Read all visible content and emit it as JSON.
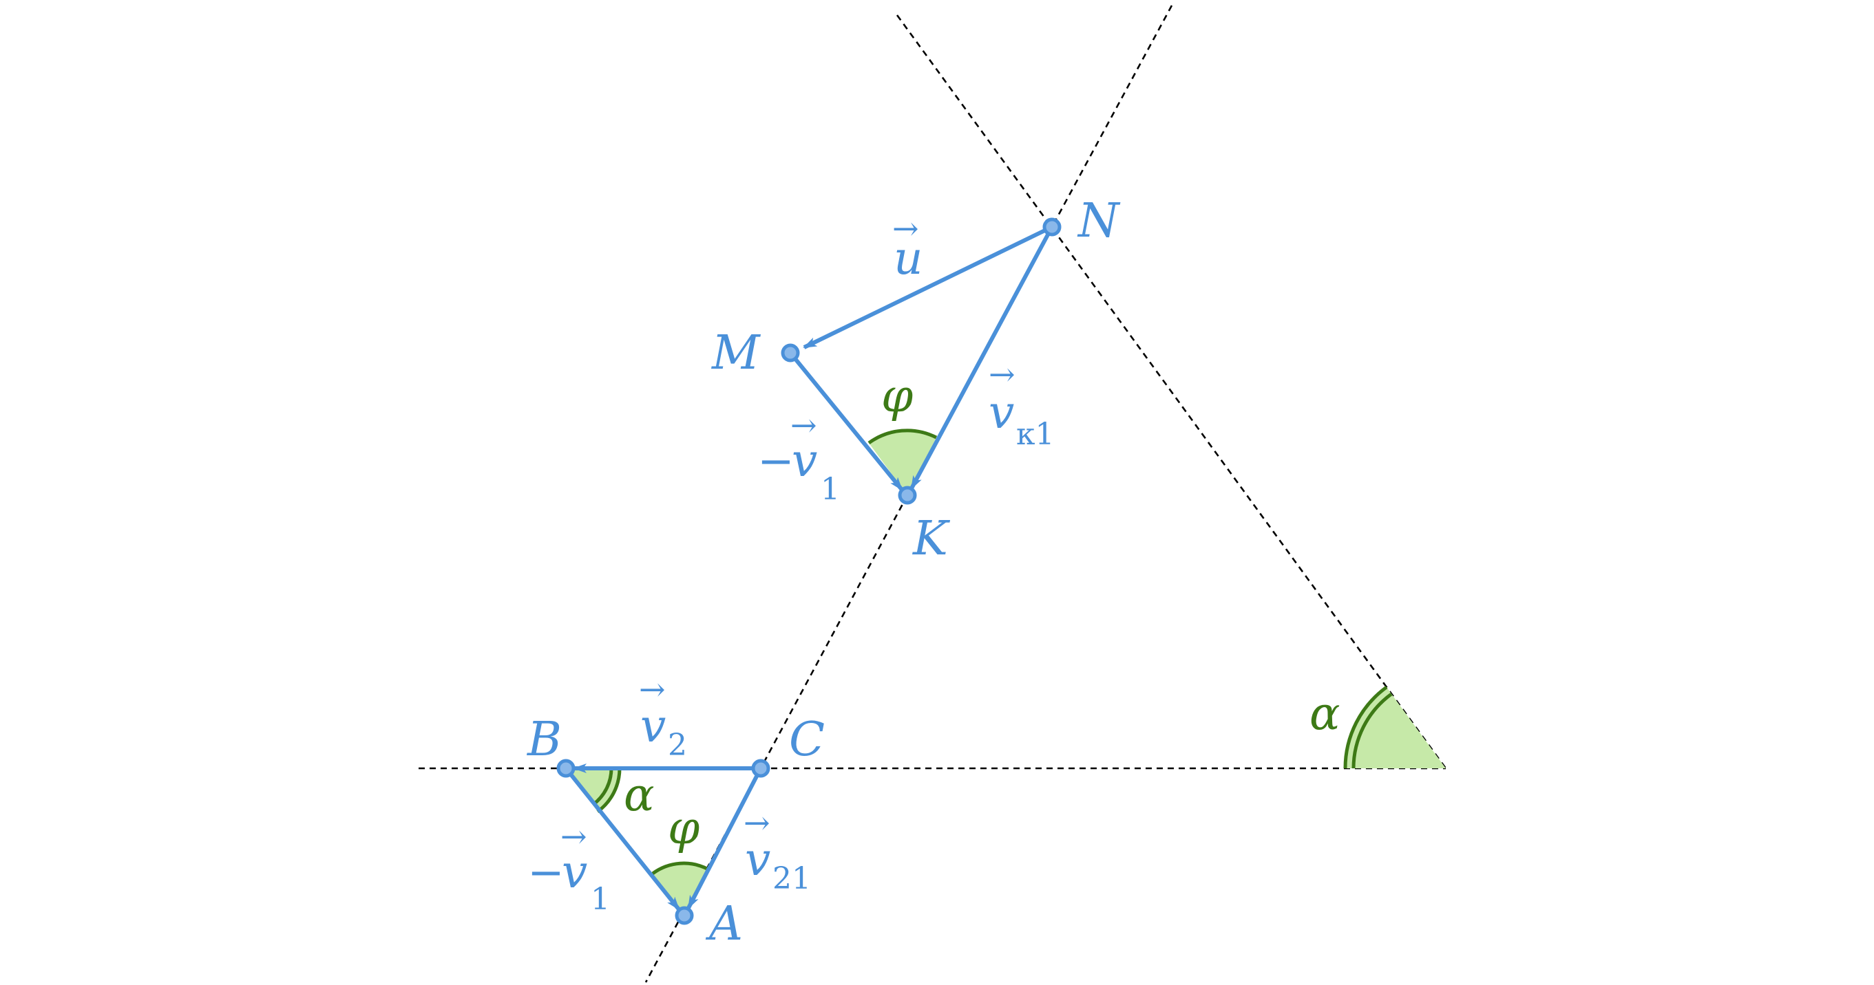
{
  "colors": {
    "vector": "#4a90d9",
    "point_fill": "#8ab8ea",
    "angle_stroke": "#3d7a16",
    "angle_fill": "#c6e9a8",
    "construction_line": "#000000"
  },
  "points": {
    "N": "N",
    "M": "M",
    "K": "K",
    "B": "B",
    "C": "C",
    "A": "A"
  },
  "vectors": {
    "u": {
      "symbol": "u"
    },
    "vk1": {
      "symbol": "v",
      "sub": "к1"
    },
    "minus_v1_top": {
      "sign": "−",
      "symbol": "v",
      "sub": "1"
    },
    "v2": {
      "symbol": "v",
      "sub": "2"
    },
    "v21": {
      "symbol": "v",
      "sub": "21"
    },
    "minus_v1_bottom": {
      "sign": "−",
      "symbol": "v",
      "sub": "1"
    }
  },
  "angles": {
    "phi_top": "φ",
    "phi_bottom": "φ",
    "alpha_B": "α",
    "alpha_right": "α"
  },
  "arrow_glyph": "→"
}
